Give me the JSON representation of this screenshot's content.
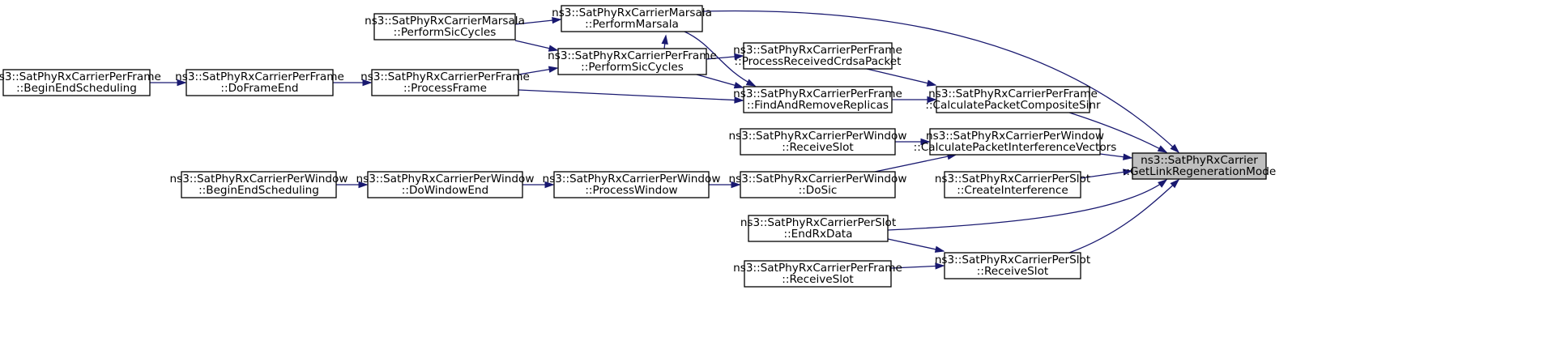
{
  "graph": {
    "nodes": [
      {
        "id": "getlinkregen",
        "lines": [
          "ns3::SatPhyRxCarrier",
          "::GetLinkRegenerationMode"
        ],
        "focus": true
      },
      {
        "id": "performmarsala",
        "lines": [
          "ns3::SatPhyRxCarrierMarsala",
          "::PerformMarsala"
        ]
      },
      {
        "id": "marsala-sic",
        "lines": [
          "ns3::SatPhyRxCarrierMarsala",
          "::PerformSicCycles"
        ]
      },
      {
        "id": "frame-sic",
        "lines": [
          "ns3::SatPhyRxCarrierPerFrame",
          "::PerformSicCycles"
        ]
      },
      {
        "id": "crdsa",
        "lines": [
          "ns3::SatPhyRxCarrierPerFrame",
          "::ProcessReceivedCrdsaPacket"
        ]
      },
      {
        "id": "replicas",
        "lines": [
          "ns3::SatPhyRxCarrierPerFrame",
          "::FindAndRemoveReplicas"
        ]
      },
      {
        "id": "sinr",
        "lines": [
          "ns3::SatPhyRxCarrierPerFrame",
          "::CalculatePacketCompositeSinr"
        ]
      },
      {
        "id": "processframe",
        "lines": [
          "ns3::SatPhyRxCarrierPerFrame",
          "::ProcessFrame"
        ]
      },
      {
        "id": "doframeend",
        "lines": [
          "ns3::SatPhyRxCarrierPerFrame",
          "::DoFrameEnd"
        ]
      },
      {
        "id": "frame-begin",
        "lines": [
          "ns3::SatPhyRxCarrierPerFrame",
          "::BeginEndScheduling"
        ]
      },
      {
        "id": "win-receiveslot",
        "lines": [
          "ns3::SatPhyRxCarrierPerWindow",
          "::ReceiveSlot"
        ]
      },
      {
        "id": "interf-vectors",
        "lines": [
          "ns3::SatPhyRxCarrierPerWindow",
          "::CalculatePacketInterferenceVectors"
        ]
      },
      {
        "id": "dosic",
        "lines": [
          "ns3::SatPhyRxCarrierPerWindow",
          "::DoSic"
        ]
      },
      {
        "id": "processwindow",
        "lines": [
          "ns3::SatPhyRxCarrierPerWindow",
          "::ProcessWindow"
        ]
      },
      {
        "id": "dowindowend",
        "lines": [
          "ns3::SatPhyRxCarrierPerWindow",
          "::DoWindowEnd"
        ]
      },
      {
        "id": "win-begin",
        "lines": [
          "ns3::SatPhyRxCarrierPerWindow",
          "::BeginEndScheduling"
        ]
      },
      {
        "id": "createinterf",
        "lines": [
          "ns3::SatPhyRxCarrierPerSlot",
          "::CreateInterference"
        ]
      },
      {
        "id": "endrxdata",
        "lines": [
          "ns3::SatPhyRxCarrierPerSlot",
          "::EndRxData"
        ]
      },
      {
        "id": "slot-receiveslot",
        "lines": [
          "ns3::SatPhyRxCarrierPerSlot",
          "::ReceiveSlot"
        ]
      },
      {
        "id": "frame-receiveslot",
        "lines": [
          "ns3::SatPhyRxCarrierPerFrame",
          "::ReceiveSlot"
        ]
      }
    ],
    "edges": [
      {
        "from": "performmarsala",
        "to": "getlinkregen"
      },
      {
        "from": "sinr",
        "to": "getlinkregen"
      },
      {
        "from": "interf-vectors",
        "to": "getlinkregen"
      },
      {
        "from": "createinterf",
        "to": "getlinkregen"
      },
      {
        "from": "endrxdata",
        "to": "getlinkregen"
      },
      {
        "from": "slot-receiveslot",
        "to": "getlinkregen"
      },
      {
        "from": "marsala-sic",
        "to": "performmarsala"
      },
      {
        "from": "marsala-sic",
        "to": "frame-sic"
      },
      {
        "from": "frame-sic",
        "to": "performmarsala"
      },
      {
        "from": "frame-sic",
        "to": "crdsa"
      },
      {
        "from": "frame-sic",
        "to": "replicas"
      },
      {
        "from": "performmarsala",
        "to": "replicas"
      },
      {
        "from": "processframe",
        "to": "frame-sic"
      },
      {
        "from": "processframe",
        "to": "replicas"
      },
      {
        "from": "crdsa",
        "to": "sinr"
      },
      {
        "from": "replicas",
        "to": "sinr"
      },
      {
        "from": "doframeend",
        "to": "processframe"
      },
      {
        "from": "frame-begin",
        "to": "doframeend"
      },
      {
        "from": "win-receiveslot",
        "to": "interf-vectors"
      },
      {
        "from": "dosic",
        "to": "interf-vectors"
      },
      {
        "from": "processwindow",
        "to": "dosic"
      },
      {
        "from": "dowindowend",
        "to": "processwindow"
      },
      {
        "from": "win-begin",
        "to": "dowindowend"
      },
      {
        "from": "endrxdata",
        "to": "slot-receiveslot"
      },
      {
        "from": "frame-receiveslot",
        "to": "slot-receiveslot"
      }
    ]
  }
}
